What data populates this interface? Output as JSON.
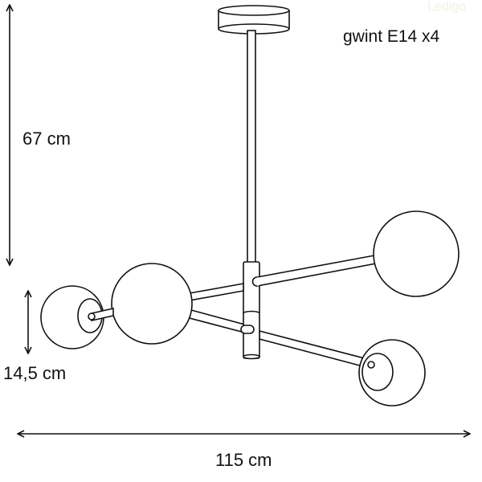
{
  "labels": {
    "height_total": "67 cm",
    "globe_height": "14,5 cm",
    "width_total": "115 cm",
    "socket_info": "gwint E14 x4",
    "watermark": "Ledigo"
  },
  "colors": {
    "line": "#111111",
    "watermark": "#eef3dc"
  }
}
